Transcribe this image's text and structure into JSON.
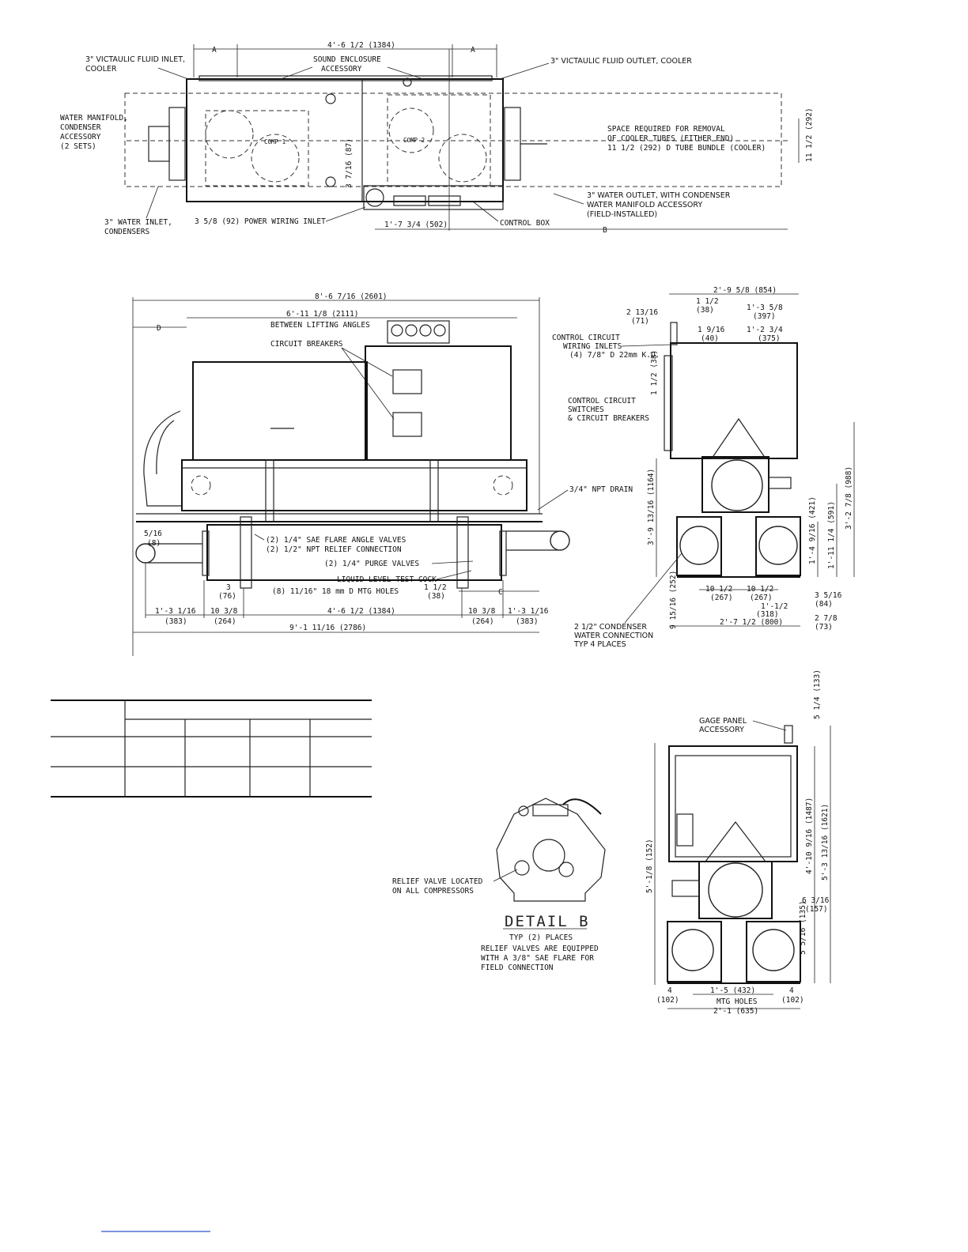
{
  "top_view": {
    "dim_A": "A",
    "dim_total": "4'-6 1/2 (1384)",
    "fluid_inlet": [
      "3\" VICTAULIC FLUID INLET,",
      "COOLER"
    ],
    "sound_enclosure": [
      "SOUND ENCLOSURE",
      "ACCESSORY"
    ],
    "fluid_outlet": "3\" VICTAULIC FLUID OUTLET, COOLER",
    "water_manifold": [
      "WATER MANIFOLD,",
      "CONDENSER",
      "ACCESSORY",
      "(2 SETS)"
    ],
    "comp1": "COMP 1",
    "comp2": "COMP 2",
    "dim_87": "3 7/16 (87)",
    "space_required": [
      "SPACE REQUIRED FOR REMOVAL",
      "OF COOLER TUBES (EITHER END)",
      "11 1/2 (292) D TUBE BUNDLE (COOLER)"
    ],
    "dim_292": "11 1/2 (292)",
    "water_outlet": [
      "3\" WATER OUTLET, WITH CONDENSER",
      "WATER  MANIFOLD ACCESSORY",
      "(FIELD-INSTALLED)"
    ],
    "water_inlet": [
      "3\" WATER INLET,",
      "CONDENSERS"
    ],
    "power_inlet": "3 5/8 (92) POWER WIRING INLET",
    "dim_502": "1'-7 3/4 (502)",
    "control_box": "CONTROL BOX",
    "dim_B": "B"
  },
  "front_view": {
    "overall": "8'-6 7/16 (2601)",
    "lifting": "6'-11 1/8 (2111)",
    "lifting_note": "BETWEEN LIFTING ANGLES",
    "dim_D": "D",
    "breakers": "CIRCUIT BREAKERS",
    "drain": "3/4\" NPT DRAIN",
    "dim_516": "5/16",
    "dim_8": "(8)",
    "sae_valves": "(2) 1/4\" SAE FLARE ANGLE VALVES",
    "relief_conn": "(2) 1/2\" NPT RELIEF CONNECTION",
    "purge_valves": "(2) 1/4\" PURGE VALVES",
    "test_cock": "LIQUID LEVEL TEST COCK",
    "dim_112": "1 1/2",
    "dim_38": "(38)",
    "dim_3": "3",
    "dim_76": "(76)",
    "mtg_holes": "(8) 11/16\" 18 mm D MTG HOLES",
    "dim_C": "C",
    "b1": "1'-3 1/16",
    "b1m": "(383)",
    "b2": "10 3/8",
    "b2m": "(264)",
    "b3": "4'-6 1/2 (1384)",
    "b4": "10 3/8",
    "b4m": "(264)",
    "b5": "1'-3 1/16",
    "b5m": "(383)",
    "total": "9'-1 11/16 (2786)"
  },
  "side_view": {
    "width": "2'-9 5/8 (854)",
    "d112": "1 1/2",
    "d112m": "(38)",
    "d1358": "1'-3 5/8",
    "d1358m": "(397)",
    "d21316": "2 13/16",
    "d21316m": "(71)",
    "d1916": "1 9/16",
    "d1916m": "(40)",
    "d1234": "1'-2 3/4",
    "d1234m": "(375)",
    "ctrl_wiring": [
      "CONTROL CIRCUIT",
      "WIRING INLETS",
      "(4) 7/8\" D 22mm K.O."
    ],
    "v112": "1 1/2 (38)",
    "ctrl_switch": [
      "CONTROL CIRCUIT",
      "SWITCHES",
      "& CIRCUIT BREAKERS"
    ],
    "v1164": "3'-9 13/16 (1164)",
    "v988": "3'-2 7/8 (988)",
    "v591": "1'-11 1/4 (591)",
    "v421": "1'-4 9/16 (421)",
    "v252": "9 15/16 (252)",
    "h1012a": "10 1/2",
    "h267a": "(267)",
    "h1012b": "10 1/2",
    "h267b": "(267)",
    "h112": "1'-1/2",
    "h318": "(318)",
    "h3516": "3 5/16",
    "h84": "(84)",
    "h278": "2 7/8",
    "h73": "(73)",
    "h800": "2'-7 1/2 (800)",
    "condenser": [
      "2 1/2\" CONDENSER",
      "WATER CONNECTION",
      "TYP 4 PLACES"
    ]
  },
  "detail_b": {
    "relief": [
      "RELIEF VALVE LOCATED",
      "ON ALL COMPRESSORS"
    ],
    "title": "DETAIL B",
    "typ": "TYP (2) PLACES",
    "note": [
      "RELIEF VALVES ARE EQUIPPED",
      "WITH A 3/8\" SAE FLARE FOR",
      "FIELD CONNECTION"
    ]
  },
  "end_view": {
    "gage": [
      "GAGE PANEL",
      "ACCESSORY"
    ],
    "v133": "5 1/4 (133)",
    "v152": "5'-1/8 (152)",
    "v1487": "4'-10 9/16 (1487)",
    "v1621": "5'-3 13/16 (1621)",
    "v157a": "6 3/16",
    "v157b": "(157)",
    "v135": "5 5/16 (135)",
    "h4a": "4",
    "h102a": "(102)",
    "h432": "1'-5 (432)",
    "mtg": "MTG HOLES",
    "h635": "2'-1 (635)",
    "h4b": "4",
    "h102b": "(102)"
  }
}
